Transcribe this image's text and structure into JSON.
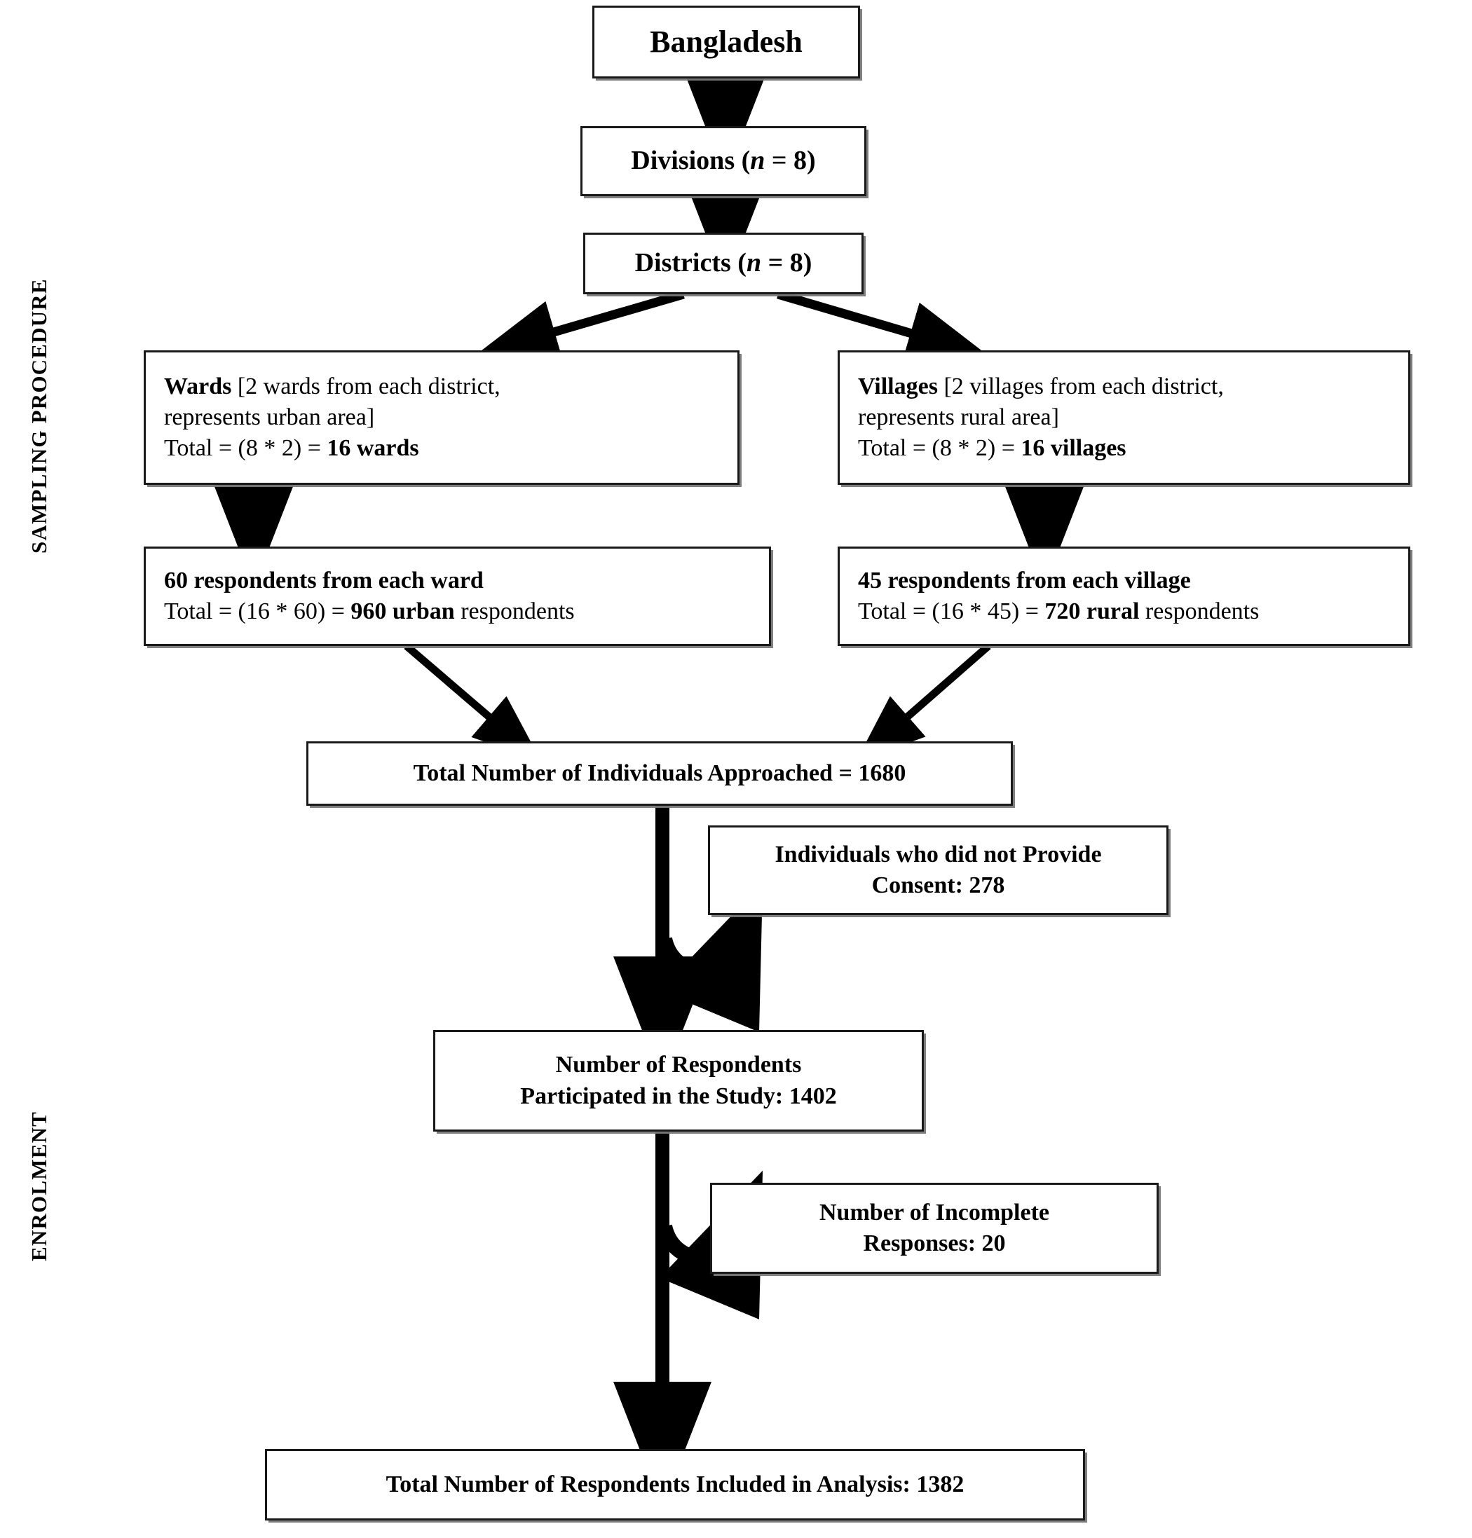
{
  "diagram": {
    "type": "flowchart",
    "title": "Study sampling procedure and enrolment flow diagram",
    "stages": [
      {
        "id": "sampling",
        "label": "SAMPLING PROCEDURE"
      },
      {
        "id": "enrolment",
        "label": "ENROLMENT"
      }
    ],
    "nodes": {
      "country": {
        "text": "Bangladesh"
      },
      "divisions": {
        "text_before": "Divisions (",
        "italic": "n",
        "text_after": " = 8)"
      },
      "districts": {
        "text_before": "Districts (",
        "italic": "n",
        "text_after": " = 8)"
      },
      "wards": {
        "line1_bold": "Wards",
        "line1_rest": " [2 wards from each district,",
        "line2": "represents urban area]",
        "line3_pre": "Total = (8 * 2) = ",
        "line3_bold": "16 wards"
      },
      "villages": {
        "line1_bold": "Villages",
        "line1_rest": " [2 villages from each district,",
        "line2": "represents rural area]",
        "line3_pre": "Total = (8 * 2) = ",
        "line3_bold": "16 villages"
      },
      "urban_respondents": {
        "line1": "60 respondents from each ward",
        "line2_pre": "Total = (16 * 60) = ",
        "line2_bold": "960 urban",
        "line2_post": " respondents"
      },
      "rural_respondents": {
        "line1": "45 respondents from each village",
        "line2_pre": "Total = (16 * 45) = ",
        "line2_bold": "720 rural",
        "line2_post": " respondents"
      },
      "approached": {
        "text": "Total Number of Individuals Approached = 1680"
      },
      "no_consent": {
        "line1": "Individuals who did not Provide",
        "line2": "Consent: 278"
      },
      "participated": {
        "line1": "Number of Respondents",
        "line2": "Participated in the Study: 1402"
      },
      "incomplete": {
        "line1": "Number of Incomplete",
        "line2": "Responses: 20"
      },
      "included": {
        "text": "Total Number of Respondents Included in Analysis: 1382"
      }
    },
    "counts": {
      "divisions": 8,
      "districts": 8,
      "wards": 16,
      "villages": 16,
      "respondents_per_ward": 60,
      "respondents_per_village": 45,
      "urban_respondents": 960,
      "rural_respondents": 720,
      "approached": 1680,
      "no_consent": 278,
      "participated": 1402,
      "incomplete": 20,
      "included": 1382
    },
    "colors": {
      "border": "#1a1a1a",
      "shadow": "#787878",
      "text": "#000000",
      "arrow": "#000000",
      "background": "#ffffff"
    }
  }
}
